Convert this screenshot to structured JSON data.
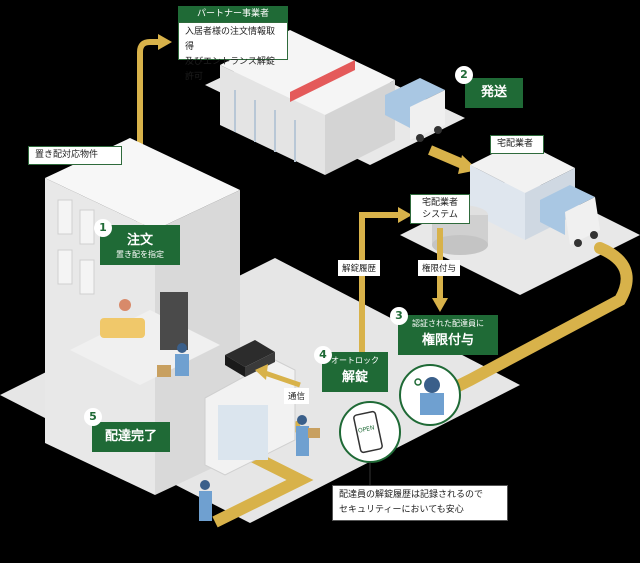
{
  "partner": {
    "title": "パートナー事業者",
    "line1": "入居者様の注文情報取得",
    "line2": "及びエントランス解錠許可"
  },
  "property_label": "置き配対応物件",
  "delivery_company_label": "宅配業者",
  "delivery_system": {
    "line1": "宅配業者",
    "line2": "システム"
  },
  "steps": [
    {
      "num": "1",
      "title": "注文",
      "sub": "置き配を指定"
    },
    {
      "num": "2",
      "title": "発送",
      "sub": ""
    },
    {
      "num": "3",
      "title": "権限付与",
      "sub": "認証された配達員に"
    },
    {
      "num": "4",
      "title": "解錠",
      "sub": "オートロック"
    },
    {
      "num": "5",
      "title": "配達完了",
      "sub": ""
    }
  ],
  "flow_labels": {
    "unlock_history": "解錠履歴",
    "grant": "権限付与",
    "comm": "通信"
  },
  "phone_text": "OPEN",
  "note": {
    "line1": "配達員の解錠履歴は記録されるので",
    "line2": "セキュリティーにおいても安心"
  },
  "colors": {
    "accent": "#1f6a36",
    "path": "#d8b24a",
    "ground": "#e9e9e9",
    "building": "#f3f3f3"
  }
}
